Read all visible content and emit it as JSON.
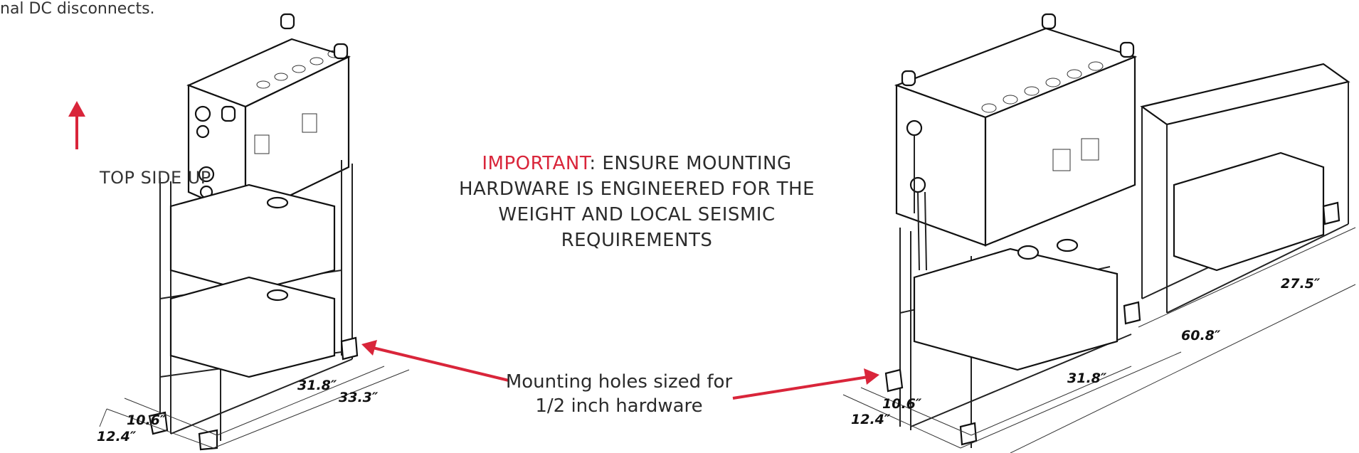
{
  "intro_text": "nal DC disconnects.",
  "orientation_label": "TOP SIDE UP",
  "notice": {
    "highlight": "IMPORTANT",
    "separator": ":",
    "text": " ENSURE MOUNTING HARDWARE IS ENGINEERED FOR THE WEIGHT AND LOCAL SEISMIC REQUIREMENTS"
  },
  "mounting_callout": "Mounting holes sized for 1/2 inch hardware",
  "left_dimensions": {
    "width_outer": "12.4″",
    "width_inner": "10.6″",
    "length_inner": "31.8″",
    "length_outer": "33.3″"
  },
  "right_dimensions": {
    "width_outer": "12.4″",
    "width_inner": "10.6″",
    "length_inner": "31.8″",
    "length_total": "60.8″",
    "depth": "27.5″"
  },
  "colors": {
    "accent_red": "#d9253a",
    "line": "#111111"
  }
}
